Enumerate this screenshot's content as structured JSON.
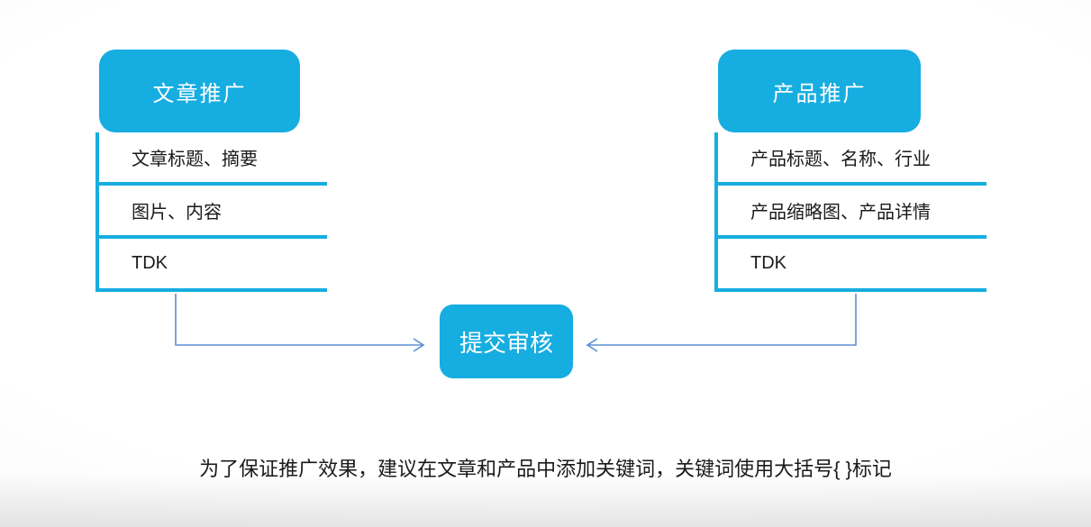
{
  "colors": {
    "accent": "#16ADE1",
    "arrow": "#5B8FD4",
    "text": "#1a1a1a",
    "title_text": "#ffffff"
  },
  "left_group": {
    "title": "文章推广",
    "items": [
      "文章标题、摘要",
      "图片、内容",
      "TDK"
    ]
  },
  "right_group": {
    "title": "产品推广",
    "items": [
      "产品标题、名称、行业",
      "产品缩略图、产品详情",
      "TDK"
    ]
  },
  "center": {
    "label": "提交审核"
  },
  "caption": "为了保证推广效果，建议在文章和产品中添加关键词，关键词使用大括号{ }标记"
}
